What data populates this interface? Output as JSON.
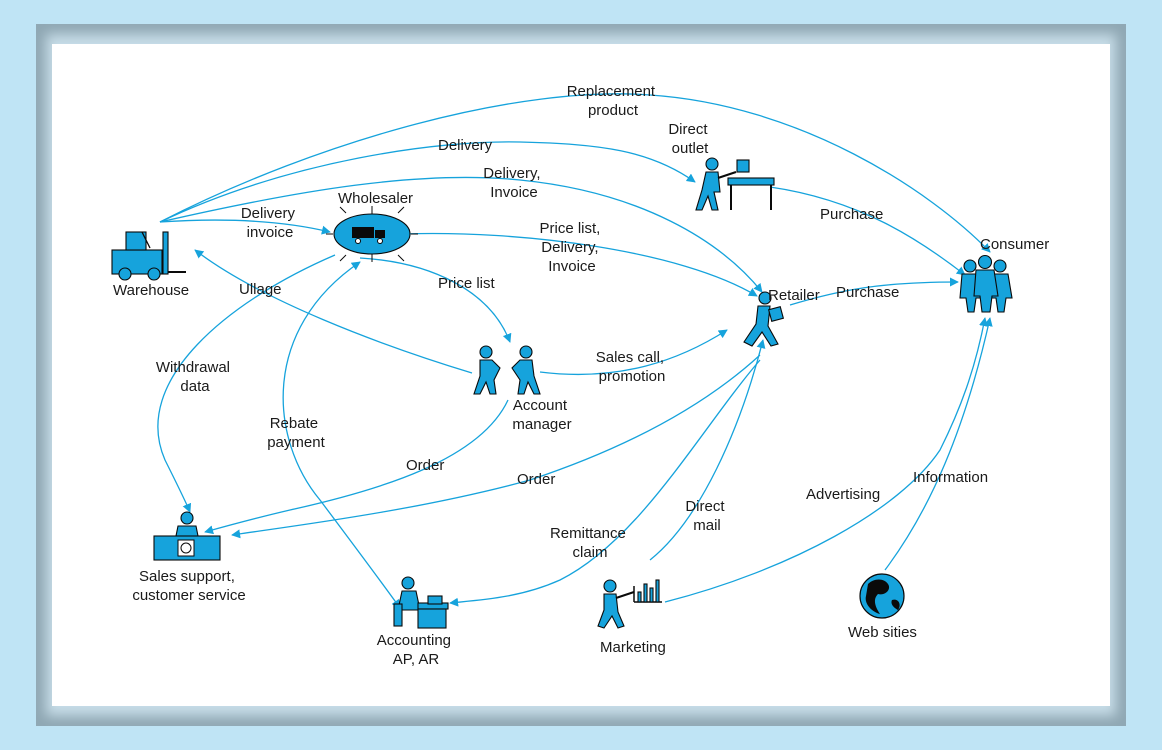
{
  "nodes": {
    "warehouse": "Warehouse",
    "wholesaler": "Wholesaler",
    "direct_outlet": [
      "Direct",
      "outlet"
    ],
    "consumer": "Consumer",
    "retailer": "Retailer",
    "account_manager": [
      "Account",
      "manager"
    ],
    "sales_support": [
      "Sales support,",
      "customer service"
    ],
    "accounting": [
      "Accounting",
      "AP, AR"
    ],
    "marketing": "Marketing",
    "web_sites": "Web sities"
  },
  "flows": {
    "replacement_product": [
      "Replacement",
      "product"
    ],
    "delivery": "Delivery",
    "delivery_invoice_retailer": [
      "Delivery,",
      "Invoice"
    ],
    "delivery_invoice_wholesaler": [
      "Delivery",
      "invoice"
    ],
    "price_list_delivery_invoice": [
      "Price list,",
      "Delivery,",
      "Invoice"
    ],
    "purchase_outlet": "Purchase",
    "purchase_retailer": "Purchase",
    "ullage": "Ullage",
    "price_list": "Price list",
    "withdrawal_data": [
      "Withdrawal",
      "data"
    ],
    "sales_call_promotion": [
      "Sales call,",
      "promotion"
    ],
    "rebate_payment": [
      "Rebate",
      "payment"
    ],
    "order_account": "Order",
    "order_retailer": "Order",
    "remittance_claim": [
      "Remittance",
      "claim"
    ],
    "direct_mail": [
      "Direct",
      "mail"
    ],
    "advertising": "Advertising",
    "information": "Information"
  },
  "colors": {
    "flow": "#16a3dc",
    "icon_fill": "#16a3dc",
    "outline": "#0a0a0a",
    "page_background": "#bfe4f5",
    "paper": "#ffffff"
  }
}
